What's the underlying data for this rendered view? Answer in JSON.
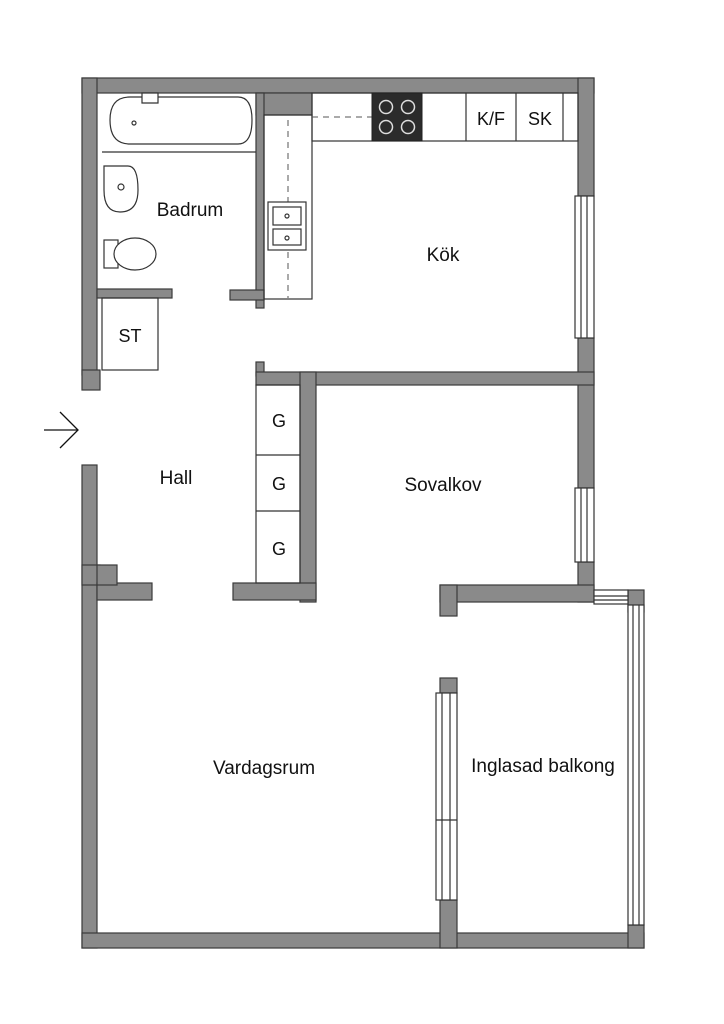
{
  "rooms": {
    "badrum": "Badrum",
    "kok": "Kök",
    "hall": "Hall",
    "sovalkov": "Sovalkov",
    "vardagsrum": "Vardagsrum",
    "balkong": "Inglasad balkong"
  },
  "fixtures": {
    "storage": "ST",
    "wardrobe_1": "G",
    "wardrobe_2": "G",
    "wardrobe_3": "G",
    "fridge_freezer": "K/F",
    "cabinet": "SK"
  },
  "icons": {
    "entrance": "entrance-arrow-icon"
  }
}
